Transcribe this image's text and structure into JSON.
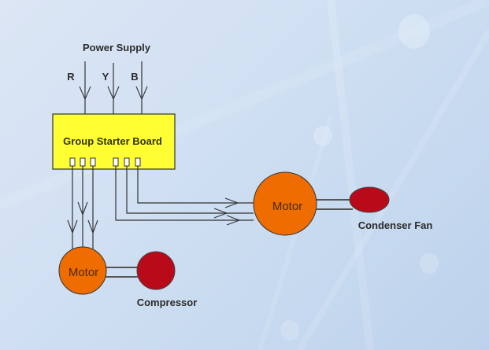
{
  "diagram": {
    "power_supply_label": "Power Supply",
    "phases": [
      "R",
      "Y",
      "B"
    ],
    "board_label": "Group Starter Board",
    "board_terminal_count": 6,
    "compressor_motor_label": "Motor",
    "compressor_label": "Compressor",
    "fan_motor_label": "Motor",
    "fan_label": "Condenser Fan",
    "colors": {
      "board_fill": "#ffff33",
      "motor_fill": "#ee6c00",
      "load_fill": "#b80a18",
      "line": "#333333",
      "background": "#cfdff2"
    }
  }
}
